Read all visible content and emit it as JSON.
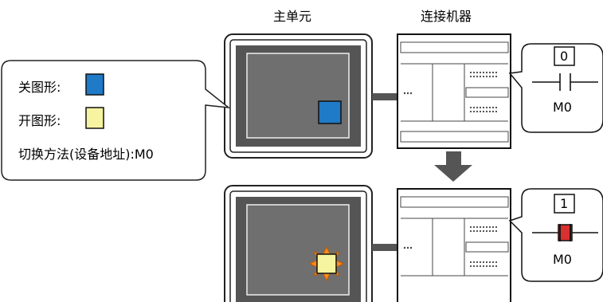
{
  "headers": {
    "main_unit": "主单元",
    "connected_device": "连接机器"
  },
  "legend": {
    "off_shape_label": "关图形:",
    "on_shape_label": "开图形:",
    "switch_method": "切换方法(设备地址):M0",
    "off_color": "#1f7ac8",
    "on_color": "#f6f4a0"
  },
  "contact_top": {
    "value": "0",
    "device": "M0",
    "state": "off"
  },
  "contact_bottom": {
    "value": "1",
    "device": "M0",
    "state": "on",
    "on_color": "#d93030"
  },
  "arrow_icon": "down-arrow"
}
